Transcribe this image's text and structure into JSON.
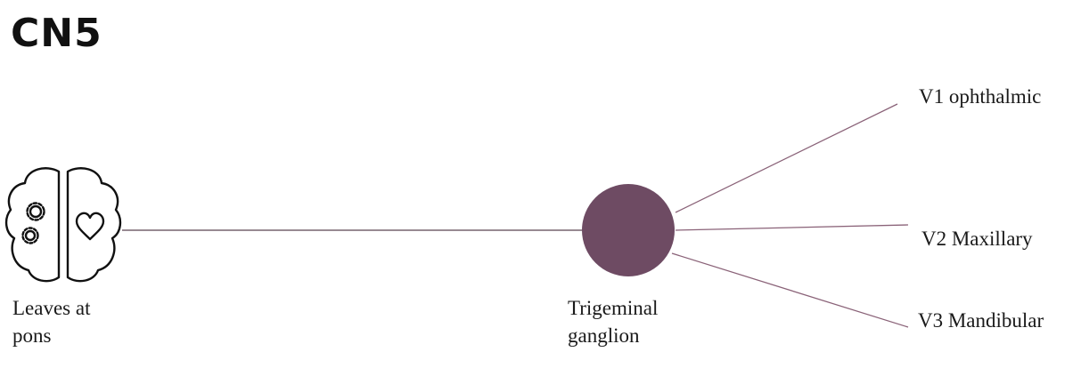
{
  "diagram": {
    "title": "CN5",
    "source_label": [
      "Leaves at",
      "pons"
    ],
    "ganglion_label": [
      "Trigeminal",
      "ganglion"
    ],
    "branches": [
      {
        "label": "V1 ophthalmic"
      },
      {
        "label": "V2 Maxillary"
      },
      {
        "label": "V3 Mandibular"
      }
    ],
    "colors": {
      "ganglion": "#6e4b63",
      "connector": "#8a6278",
      "trunk": "#5a4450",
      "icon": "#111111"
    }
  }
}
